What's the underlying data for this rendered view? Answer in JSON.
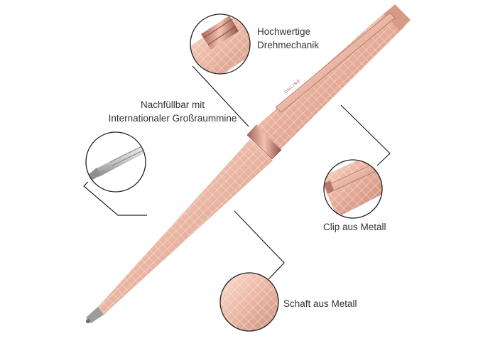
{
  "colors": {
    "rose_gold_light": "#f6d3c3",
    "rose_gold_mid": "#e7b19e",
    "rose_gold_dark": "#b9776a",
    "background": "#ffffff",
    "callout_stroke": "#222222",
    "label_text": "#333333"
  },
  "callouts": {
    "mechanism": {
      "lines": [
        "Hochwertige",
        "Drehmechanik"
      ]
    },
    "refill": {
      "lines": [
        "Nachfüllbar mit",
        "Internationaler Großraummine"
      ]
    },
    "clip": {
      "lines": [
        "Clip aus Metall"
      ]
    },
    "barrel": {
      "lines": [
        "Schaft aus Metall"
      ]
    }
  },
  "pen": {
    "clip_brand": "ONLINE"
  }
}
